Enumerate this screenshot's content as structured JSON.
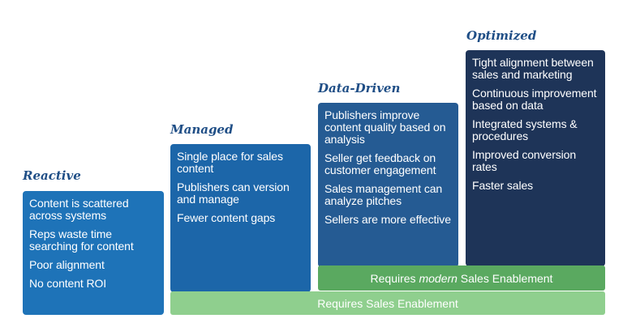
{
  "colors": {
    "reactive": "#1e73b8",
    "managed": "#1c66a9",
    "data_driven": "#255b93",
    "optimized": "#1e3458",
    "modern_band": "#5aa960",
    "base_band": "#8fcf8e",
    "title": "#1f4e86"
  },
  "stages": [
    {
      "title": "Reactive",
      "items": [
        "Content is scattered across systems",
        "Reps waste time searching for content",
        "Poor alignment",
        "No content ROI"
      ]
    },
    {
      "title": "Managed",
      "items": [
        "Single place for sales content",
        "Publishers can version and manage",
        "Fewer content gaps"
      ]
    },
    {
      "title": "Data-Driven",
      "items": [
        "Publishers improve content quality based on analysis",
        "Seller get feedback on customer engagement",
        "Sales management can analyze pitches",
        "Sellers are more effective"
      ]
    },
    {
      "title": "Optimized",
      "items": [
        "Tight alignment between sales and marketing",
        "Continuous improvement based on data",
        "Integrated systems & procedures",
        "Improved conversion rates",
        "Faster sales"
      ]
    }
  ],
  "bands": {
    "modern": {
      "prefix": "Requires ",
      "emphasis": "modern",
      "suffix": " Sales Enablement"
    },
    "base": {
      "label": "Requires Sales Enablement"
    }
  }
}
